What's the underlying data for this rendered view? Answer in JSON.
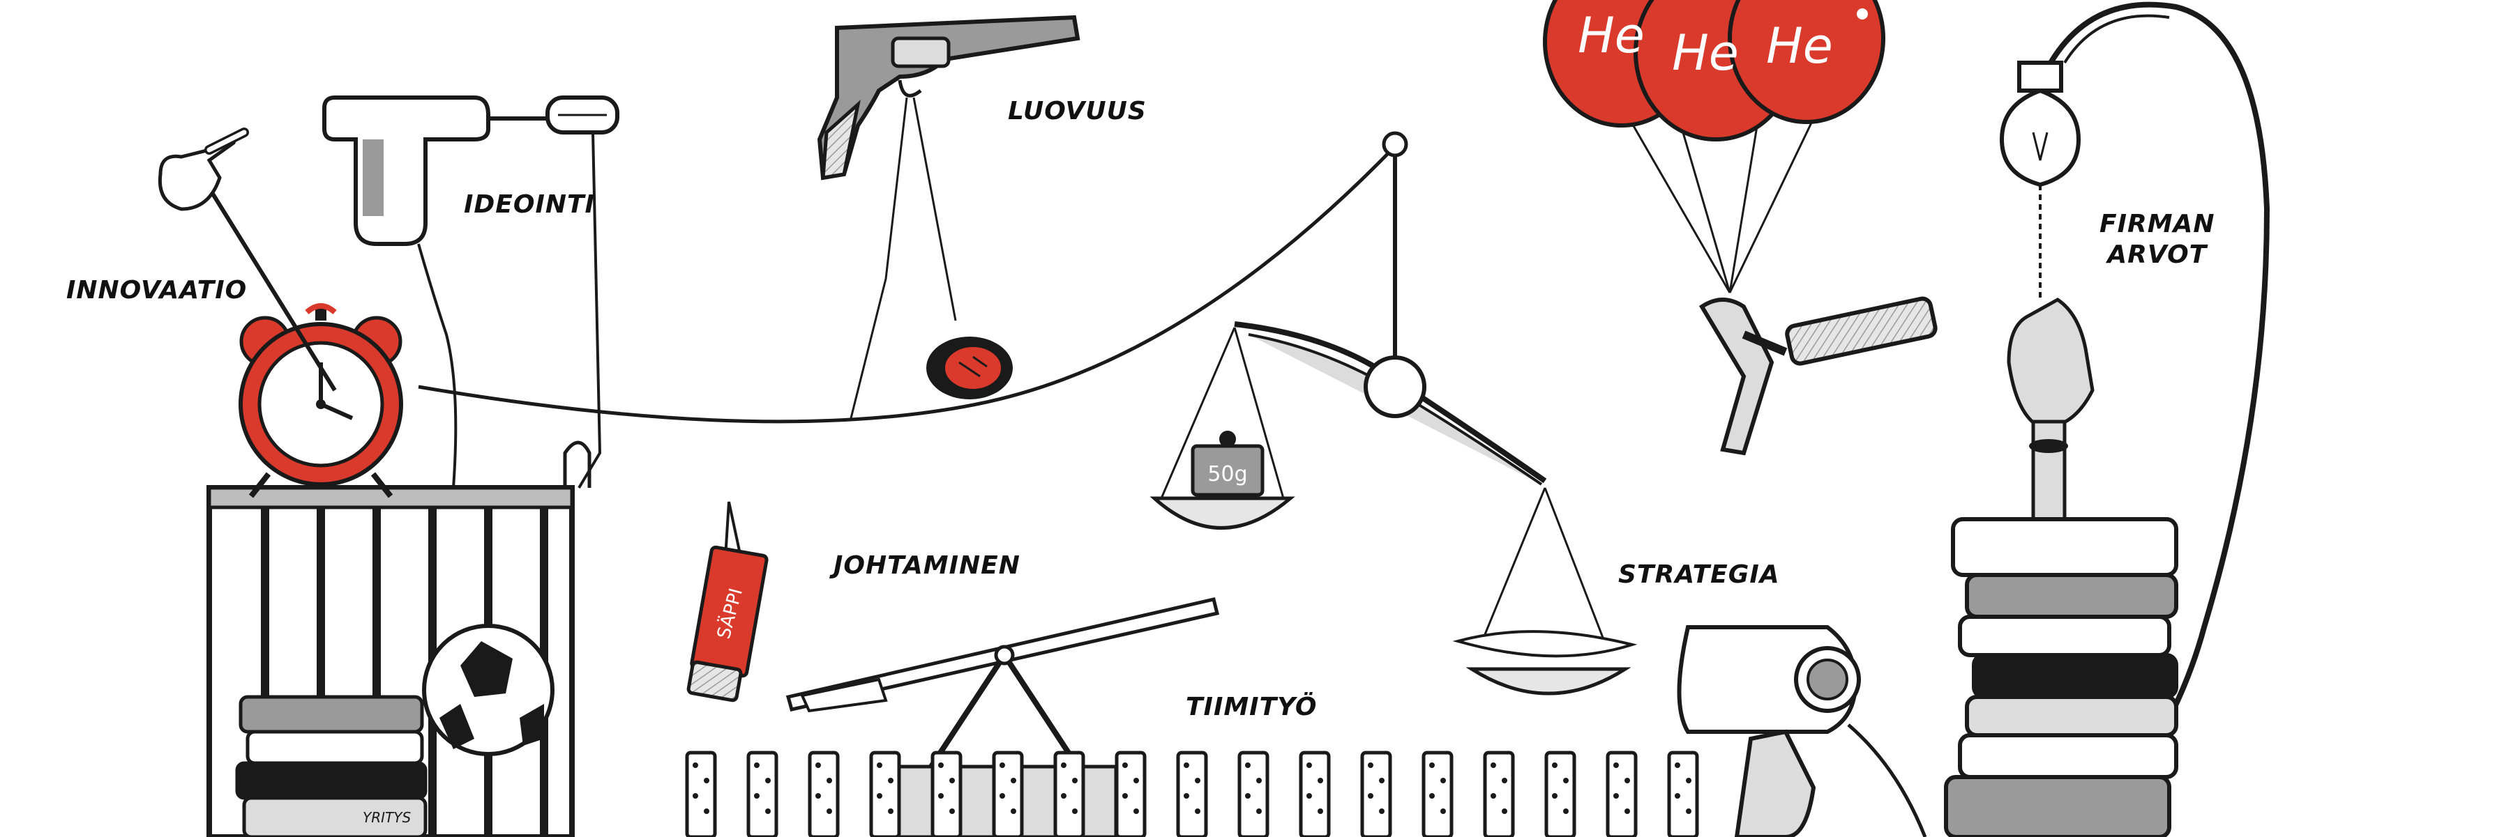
{
  "labels": {
    "innovaatio": "INNOVAATIO",
    "ideointi": "IDEOINTI",
    "luovuus": "LUOVUUS",
    "johtaminen": "JOHTAMINEN",
    "tiimityo": "TIIMITYÖ",
    "strategia": "STRATEGIA",
    "firman": "FIRMAN",
    "arvot": "ARVOT"
  },
  "balloon_text": [
    "He",
    "He",
    "He"
  ],
  "weight_text": "50g",
  "tube_text": "SÄPPI",
  "book_text": "YRITYS",
  "colors": {
    "accent_red": "#d93a2b",
    "ink": "#1a1a1a",
    "shade_gray": "#9a9a9a",
    "light_gray": "#dcdcdc",
    "paper": "#ffffff"
  },
  "icons": [
    "pointing-hand-icon",
    "hand-mixer-icon",
    "revolver-icon",
    "alarm-clock-icon",
    "cage-icon",
    "football-icon",
    "books-icon",
    "yoyo-icon",
    "balance-scale-icon",
    "helium-balloon-icon",
    "hammer-icon",
    "light-bulb-icon",
    "robot-hand-icon",
    "toothpaste-tube-icon",
    "seesaw-icon",
    "domino-icon",
    "hair-dryer-icon"
  ]
}
